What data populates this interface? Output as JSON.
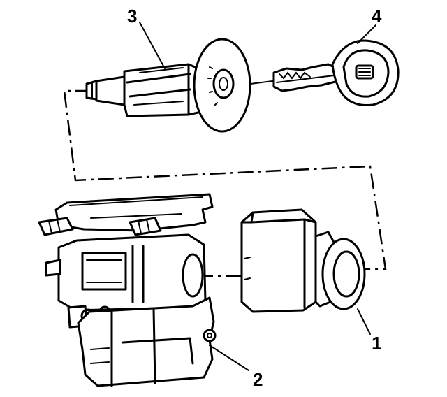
{
  "callouts": {
    "label_1": "1",
    "label_2": "2",
    "label_3": "3",
    "label_4": "4"
  }
}
